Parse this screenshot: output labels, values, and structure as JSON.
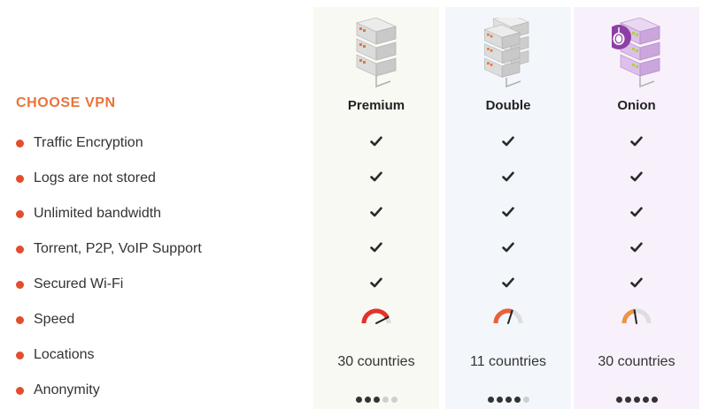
{
  "title": "CHOOSE VPN",
  "features": [
    "Traffic Encryption",
    "Logs are not stored",
    "Unlimited bandwidth",
    "Torrent, P2P, VoIP Support",
    "Secured Wi-Fi",
    "Speed",
    "Locations",
    "Anonymity"
  ],
  "plans": [
    {
      "name": "Premium",
      "icon": "server-stack-icon",
      "speed": 0.85,
      "speed_color": "#e3322a",
      "locations": "30 countries",
      "anonymity": 3,
      "anonymity_max": 5
    },
    {
      "name": "Double",
      "icon": "server-stack-icon",
      "speed": 0.6,
      "speed_color": "#e8603a",
      "locations": "11 countries",
      "anonymity": 4,
      "anonymity_max": 5
    },
    {
      "name": "Onion",
      "icon": "onion-server-icon",
      "speed": 0.45,
      "speed_color": "#ec9448",
      "locations": "30 countries",
      "anonymity": 5,
      "anonymity_max": 5
    }
  ],
  "colors": {
    "accent": "#e8743b",
    "bullet": "#e34d2f",
    "check": "#2a2a2a",
    "onion_badge": "#8e3fa6"
  }
}
